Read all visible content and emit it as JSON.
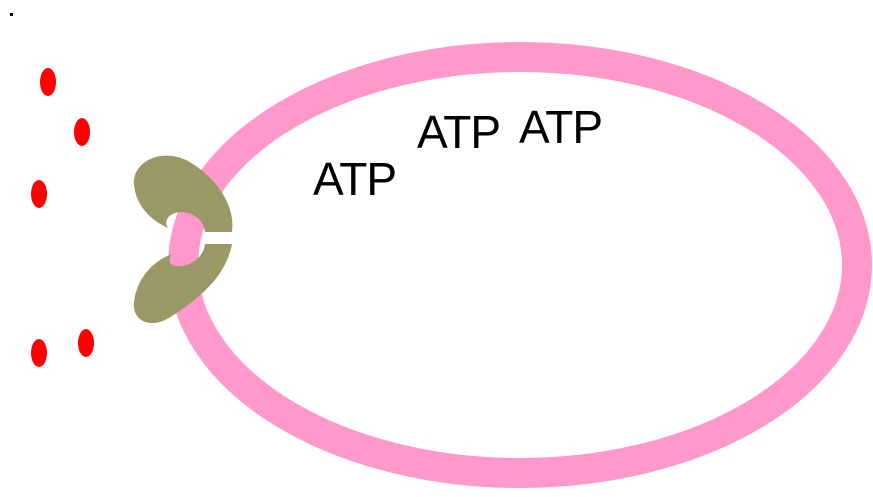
{
  "diagram": {
    "labels": [
      "ATP",
      "ATP",
      "ATP"
    ],
    "particle_count": 5,
    "colors": {
      "membrane": "#ff99cc",
      "channel": "#999966",
      "particle": "#ff0000",
      "label": "#000000",
      "background": "#ffffff"
    }
  }
}
